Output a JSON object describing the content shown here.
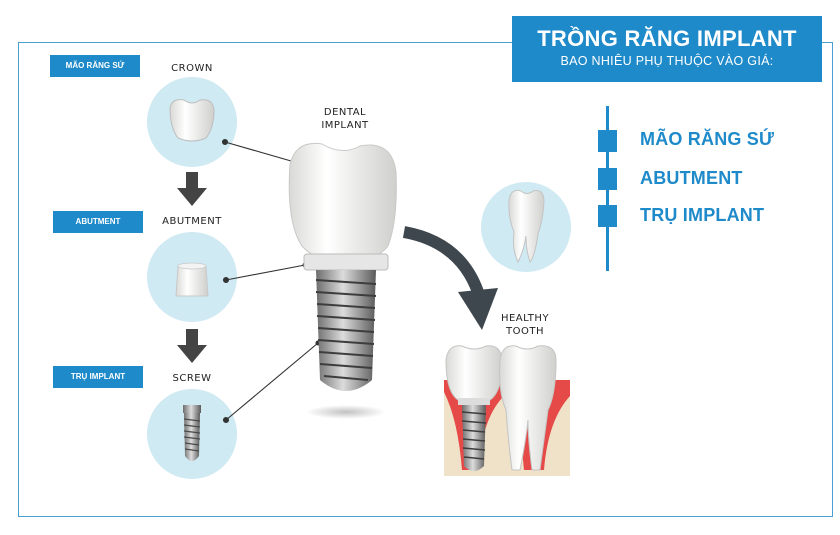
{
  "header": {
    "title": "TRỒNG RĂNG IMPLANT",
    "subtitle": "BAO NHIÊU PHỤ THUỘC VÀO GIÁ:"
  },
  "tags": {
    "crown": "MÃO RĂNG SỨ",
    "abutment": "ABUTMENT",
    "implant": "TRỤ IMPLANT"
  },
  "captions": {
    "crown": "CROWN",
    "abutment": "ABUTMENT",
    "screw": "SCREW",
    "dental_implant_line1": "DENTAL",
    "dental_implant_line2": "IMPLANT",
    "healthy_tooth_line1": "HEALTHY",
    "healthy_tooth_line2": "TOOTH"
  },
  "legend": {
    "items": [
      "MÃO RĂNG SỨ",
      "ABUTMENT",
      "TRỤ IMPLANT"
    ]
  },
  "colors": {
    "accent": "#1e8ac9",
    "circle": "#cfeaf3",
    "gum": "#e33a3a",
    "bone": "#efe2c8"
  }
}
